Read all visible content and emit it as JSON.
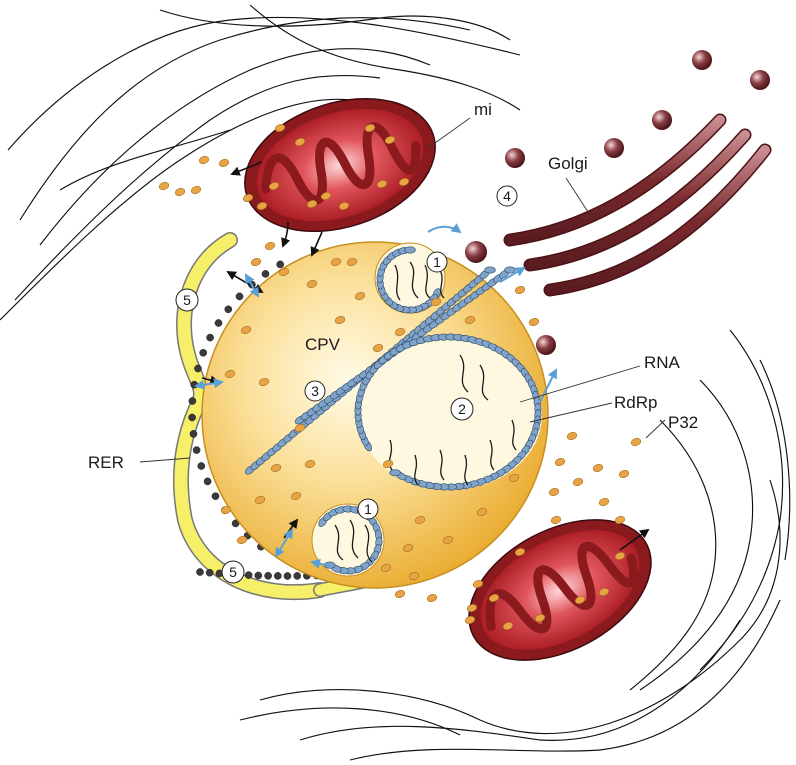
{
  "labels": {
    "mi": "mi",
    "golgi": "Golgi",
    "cpv": "CPV",
    "rna": "RNA",
    "rdrp": "RdRp",
    "p32": "P32",
    "rer": "RER"
  },
  "steps": {
    "s1_top": "1",
    "s1_bottom": "1",
    "s2": "2",
    "s3": "3",
    "s4": "4",
    "s5_top": "5",
    "s5_bottom": "5"
  },
  "colors": {
    "cpv_fill": "#f5c64a",
    "cpv_highlight": "#fff6d6",
    "mito_outer": "#8b1a1f",
    "mito_inner": "#d63a3f",
    "golgi": "#7a2a2e",
    "rer": "#f6ef6a",
    "ribosome": "#2b2b2b",
    "rnp_bead": "#7fa3c9",
    "p32_granule": "#e8a444",
    "arrow_blue": "#5aa0d8"
  }
}
